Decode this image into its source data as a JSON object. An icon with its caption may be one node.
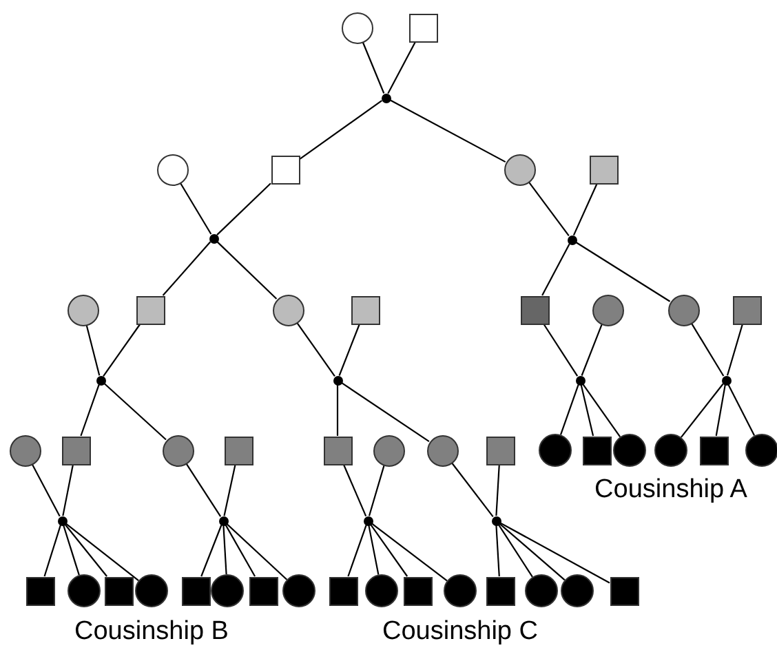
{
  "diagram": {
    "nodes": [
      {
        "text": [],
        "shape": "circle"
      },
      {
        "text": [],
        "shape": "box"
      },
      {
        "text": [],
        "shape": "dot"
      },
      {
        "text": [],
        "shape": "circle"
      },
      {
        "text": [],
        "shape": "box"
      },
      {
        "text": [],
        "shape": "circle"
      },
      {
        "text": [],
        "shape": "box"
      },
      {
        "text": [],
        "shape": "dot"
      },
      {
        "text": [],
        "shape": "dot"
      },
      {
        "text": [],
        "shape": "circle"
      },
      {
        "text": [],
        "shape": "box"
      },
      {
        "text": [],
        "shape": "circle"
      },
      {
        "text": [],
        "shape": "box"
      },
      {
        "text": [],
        "shape": "box"
      },
      {
        "text": [],
        "shape": "circle"
      },
      {
        "text": [],
        "shape": "circle"
      },
      {
        "text": [],
        "shape": "box"
      },
      {
        "text": [],
        "shape": "dot"
      },
      {
        "text": [],
        "shape": "dot"
      },
      {
        "text": [],
        "shape": "dot"
      },
      {
        "text": [],
        "shape": "dot"
      },
      {
        "text": [],
        "shape": "circle"
      },
      {
        "text": [],
        "shape": "box"
      },
      {
        "text": [],
        "shape": "circle"
      },
      {
        "text": [],
        "shape": "box"
      },
      {
        "text": [],
        "shape": "box"
      },
      {
        "text": [],
        "shape": "circle"
      },
      {
        "text": [],
        "shape": "circle"
      },
      {
        "text": [],
        "shape": "box"
      },
      {
        "text": [],
        "shape": "circle"
      },
      {
        "text": [],
        "shape": "box"
      },
      {
        "text": [],
        "shape": "circle"
      },
      {
        "text": [],
        "shape": "circle"
      },
      {
        "text": [],
        "shape": "box"
      },
      {
        "text": [],
        "shape": "circle"
      },
      {
        "text": [],
        "shape": "dot"
      },
      {
        "text": [],
        "shape": "dot"
      },
      {
        "text": [],
        "shape": "dot"
      },
      {
        "text": [],
        "shape": "dot"
      },
      {
        "text": [],
        "shape": "box"
      },
      {
        "text": [],
        "shape": "circle"
      },
      {
        "text": [],
        "shape": "box"
      },
      {
        "text": [],
        "shape": "circle"
      },
      {
        "text": [],
        "shape": "box"
      },
      {
        "text": [],
        "shape": "circle"
      },
      {
        "text": [],
        "shape": "box"
      },
      {
        "text": [],
        "shape": "circle"
      },
      {
        "text": [],
        "shape": "box"
      },
      {
        "text": [],
        "shape": "circle"
      },
      {
        "text": [],
        "shape": "box"
      },
      {
        "text": [],
        "shape": "circle"
      },
      {
        "text": [],
        "shape": "box"
      },
      {
        "text": [],
        "shape": "circle"
      },
      {
        "text": [],
        "shape": "circle"
      },
      {
        "text": [],
        "shape": "box"
      }
    ],
    "edges": [
      {
        "from": 0,
        "to": 2,
        "arrow": "none"
      },
      {
        "from": 1,
        "to": 2,
        "arrow": "none"
      },
      {
        "from": 2,
        "to": 4,
        "arrow": "none"
      },
      {
        "from": 2,
        "to": 5,
        "arrow": "none"
      },
      {
        "from": 3,
        "to": 7,
        "arrow": "none"
      },
      {
        "from": 4,
        "to": 7,
        "arrow": "none"
      },
      {
        "from": 7,
        "to": 10,
        "arrow": "none"
      },
      {
        "from": 7,
        "to": 11,
        "arrow": "none"
      },
      {
        "from": 5,
        "to": 8,
        "arrow": "none"
      },
      {
        "from": 6,
        "to": 8,
        "arrow": "none"
      },
      {
        "from": 8,
        "to": 13,
        "arrow": "none"
      },
      {
        "from": 8,
        "to": 15,
        "arrow": "none"
      },
      {
        "from": 9,
        "to": 17,
        "arrow": "none"
      },
      {
        "from": 10,
        "to": 17,
        "arrow": "none"
      },
      {
        "from": 17,
        "to": 22,
        "arrow": "none"
      },
      {
        "from": 17,
        "to": 23,
        "arrow": "none"
      },
      {
        "from": 11,
        "to": 18,
        "arrow": "none"
      },
      {
        "from": 12,
        "to": 18,
        "arrow": "none"
      },
      {
        "from": 18,
        "to": 25,
        "arrow": "none"
      },
      {
        "from": 18,
        "to": 27,
        "arrow": "none"
      },
      {
        "from": 13,
        "to": 19,
        "arrow": "none"
      },
      {
        "from": 14,
        "to": 19,
        "arrow": "none"
      },
      {
        "from": 19,
        "to": 29,
        "arrow": "none"
      },
      {
        "from": 19,
        "to": 30,
        "arrow": "none"
      },
      {
        "from": 19,
        "to": 31,
        "arrow": "none"
      },
      {
        "from": 15,
        "to": 20,
        "arrow": "none"
      },
      {
        "from": 16,
        "to": 20,
        "arrow": "none"
      },
      {
        "from": 20,
        "to": 32,
        "arrow": "none"
      },
      {
        "from": 20,
        "to": 33,
        "arrow": "none"
      },
      {
        "from": 20,
        "to": 34,
        "arrow": "none"
      },
      {
        "from": 21,
        "to": 35,
        "arrow": "none"
      },
      {
        "from": 22,
        "to": 35,
        "arrow": "none"
      },
      {
        "from": 35,
        "to": 39,
        "arrow": "none"
      },
      {
        "from": 35,
        "to": 40,
        "arrow": "none"
      },
      {
        "from": 35,
        "to": 41,
        "arrow": "none"
      },
      {
        "from": 35,
        "to": 42,
        "arrow": "none"
      },
      {
        "from": 23,
        "to": 36,
        "arrow": "none"
      },
      {
        "from": 24,
        "to": 36,
        "arrow": "none"
      },
      {
        "from": 36,
        "to": 43,
        "arrow": "none"
      },
      {
        "from": 36,
        "to": 44,
        "arrow": "none"
      },
      {
        "from": 36,
        "to": 45,
        "arrow": "none"
      },
      {
        "from": 36,
        "to": 46,
        "arrow": "none"
      },
      {
        "from": 25,
        "to": 37,
        "arrow": "none"
      },
      {
        "from": 26,
        "to": 37,
        "arrow": "none"
      },
      {
        "from": 37,
        "to": 47,
        "arrow": "none"
      },
      {
        "from": 37,
        "to": 48,
        "arrow": "none"
      },
      {
        "from": 37,
        "to": 49,
        "arrow": "none"
      },
      {
        "from": 37,
        "to": 50,
        "arrow": "none"
      },
      {
        "from": 27,
        "to": 38,
        "arrow": "none"
      },
      {
        "from": 28,
        "to": 38,
        "arrow": "none"
      },
      {
        "from": 38,
        "to": 51,
        "arrow": "none"
      },
      {
        "from": 38,
        "to": 52,
        "arrow": "none"
      },
      {
        "from": 38,
        "to": 53,
        "arrow": "none"
      },
      {
        "from": 38,
        "to": 54,
        "arrow": "none"
      }
    ],
    "labels": [
      "Cousinship A",
      "Cousinship B",
      "Cousinship C"
    ]
  }
}
